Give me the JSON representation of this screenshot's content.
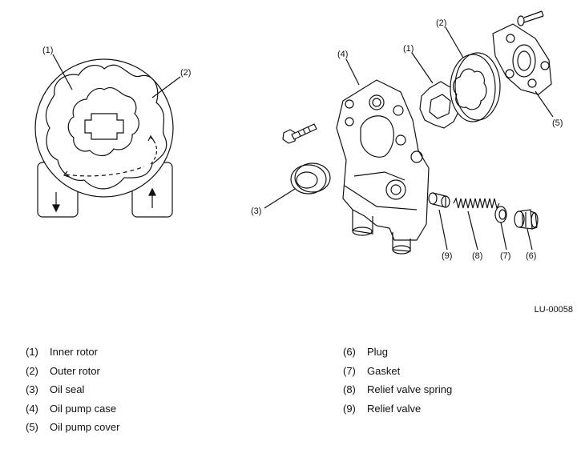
{
  "figure": {
    "id": "LU-00058",
    "callouts": {
      "left_inner_rotor": "(1)",
      "left_outer_rotor": "(2)",
      "inner_rotor": "(1)",
      "outer_rotor": "(2)",
      "oil_seal": "(3)",
      "pump_case": "(4)",
      "pump_cover": "(5)",
      "plug": "(6)",
      "gasket": "(7)",
      "spring": "(8)",
      "relief_valve": "(9)"
    }
  },
  "legend": {
    "left": [
      {
        "num": "(1)",
        "label": "Inner rotor"
      },
      {
        "num": "(2)",
        "label": "Outer rotor"
      },
      {
        "num": "(3)",
        "label": "Oil seal"
      },
      {
        "num": "(4)",
        "label": "Oil pump case"
      },
      {
        "num": "(5)",
        "label": "Oil pump cover"
      }
    ],
    "right": [
      {
        "num": "(6)",
        "label": "Plug"
      },
      {
        "num": "(7)",
        "label": "Gasket"
      },
      {
        "num": "(8)",
        "label": "Relief valve spring"
      },
      {
        "num": "(9)",
        "label": "Relief valve"
      }
    ]
  }
}
